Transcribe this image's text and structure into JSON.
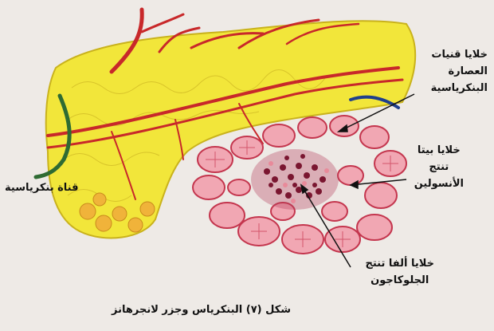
{
  "labels": {
    "duct_cells": [
      "خلايا قنيات",
      "العصارة",
      "البنكرياسية"
    ],
    "beta_cells": [
      "خلايا بيتا",
      "تنتج",
      "الأنسولين"
    ],
    "alpha_cells": [
      "خلايا ألفا تنتج",
      "الجلوكاجون"
    ],
    "pancreatic_duct": "قناة بنكرياسية"
  },
  "caption": "شكل (٧) البنكرياس وجزر لانجرهانز",
  "colors": {
    "background": "#eeeae6",
    "pancreas_tissue": "#f2e63a",
    "tissue_outline": "#c9b21c",
    "blood_vessel": "#c8282a",
    "acinus_fill": "#f1a7b3",
    "acinus_stroke": "#c4364e",
    "islet_cells": "#7a1630",
    "duct_green": "#2f6b33",
    "vein_blue": "#1f3f8c"
  }
}
